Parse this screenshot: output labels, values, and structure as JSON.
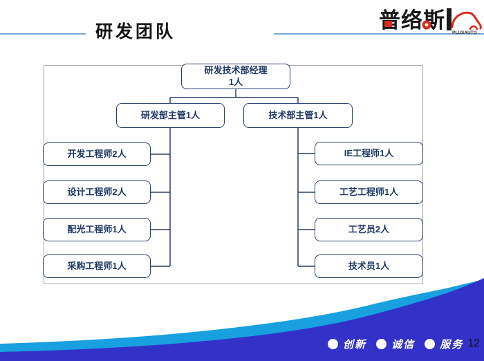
{
  "header": {
    "title": "研发团队",
    "logo": {
      "brand": "普络斯",
      "subtext": "PLUSAUTO"
    }
  },
  "org_chart": {
    "root": {
      "line1": "研发技术部经理",
      "line2": "1人"
    },
    "managers": [
      {
        "label": "研发部主管1人"
      },
      {
        "label": "技术部主管1人"
      }
    ],
    "left_children": [
      "开发工程师2人",
      "设计工程师2人",
      "配光工程师1人",
      "采购工程师1人"
    ],
    "right_children": [
      "IE工程师1人",
      "工艺工程师1人",
      "工艺员2人",
      "技术员1人"
    ]
  },
  "footer": {
    "values": [
      "创新",
      "诚信",
      "服务"
    ],
    "page_number": "12"
  },
  "colors": {
    "accent_line": "#7aa6d6",
    "box_border": "#243f6f",
    "box_text": "#1f3864",
    "frame_border": "#a3a3a8",
    "wave_cyan": "#18a0e0",
    "wave_blue": "#3232c8",
    "logo_red": "#d92b1e"
  }
}
